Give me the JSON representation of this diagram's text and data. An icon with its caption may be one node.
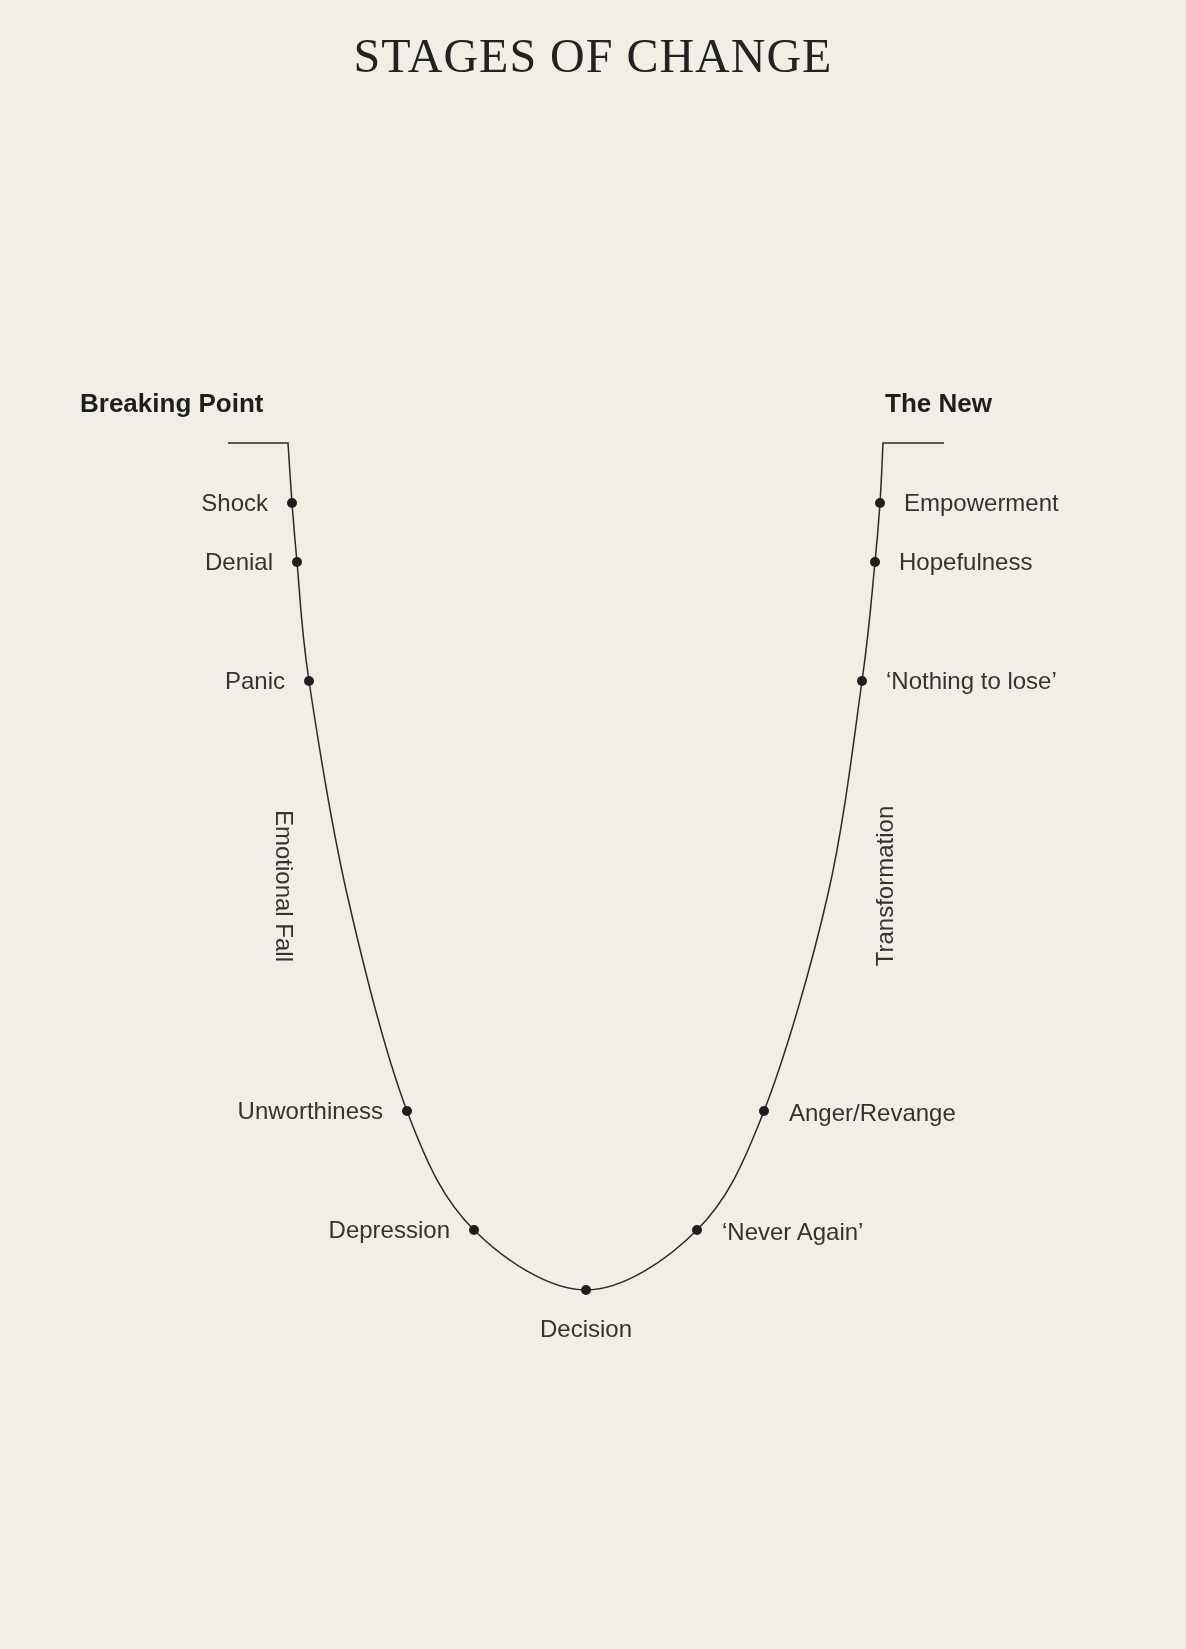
{
  "diagram": {
    "title": "STAGES OF CHANGE",
    "labels": [
      "Breaking Point",
      "The New",
      "Shock",
      "Empowerment",
      "Denial",
      "Hopefulness",
      "Panic",
      "‘Nothing to lose’",
      "Emotional Fall",
      "Transformation",
      "Unworthiness",
      "Anger/Revange",
      "Depression",
      "‘Never Again’",
      "Decision"
    ]
  }
}
